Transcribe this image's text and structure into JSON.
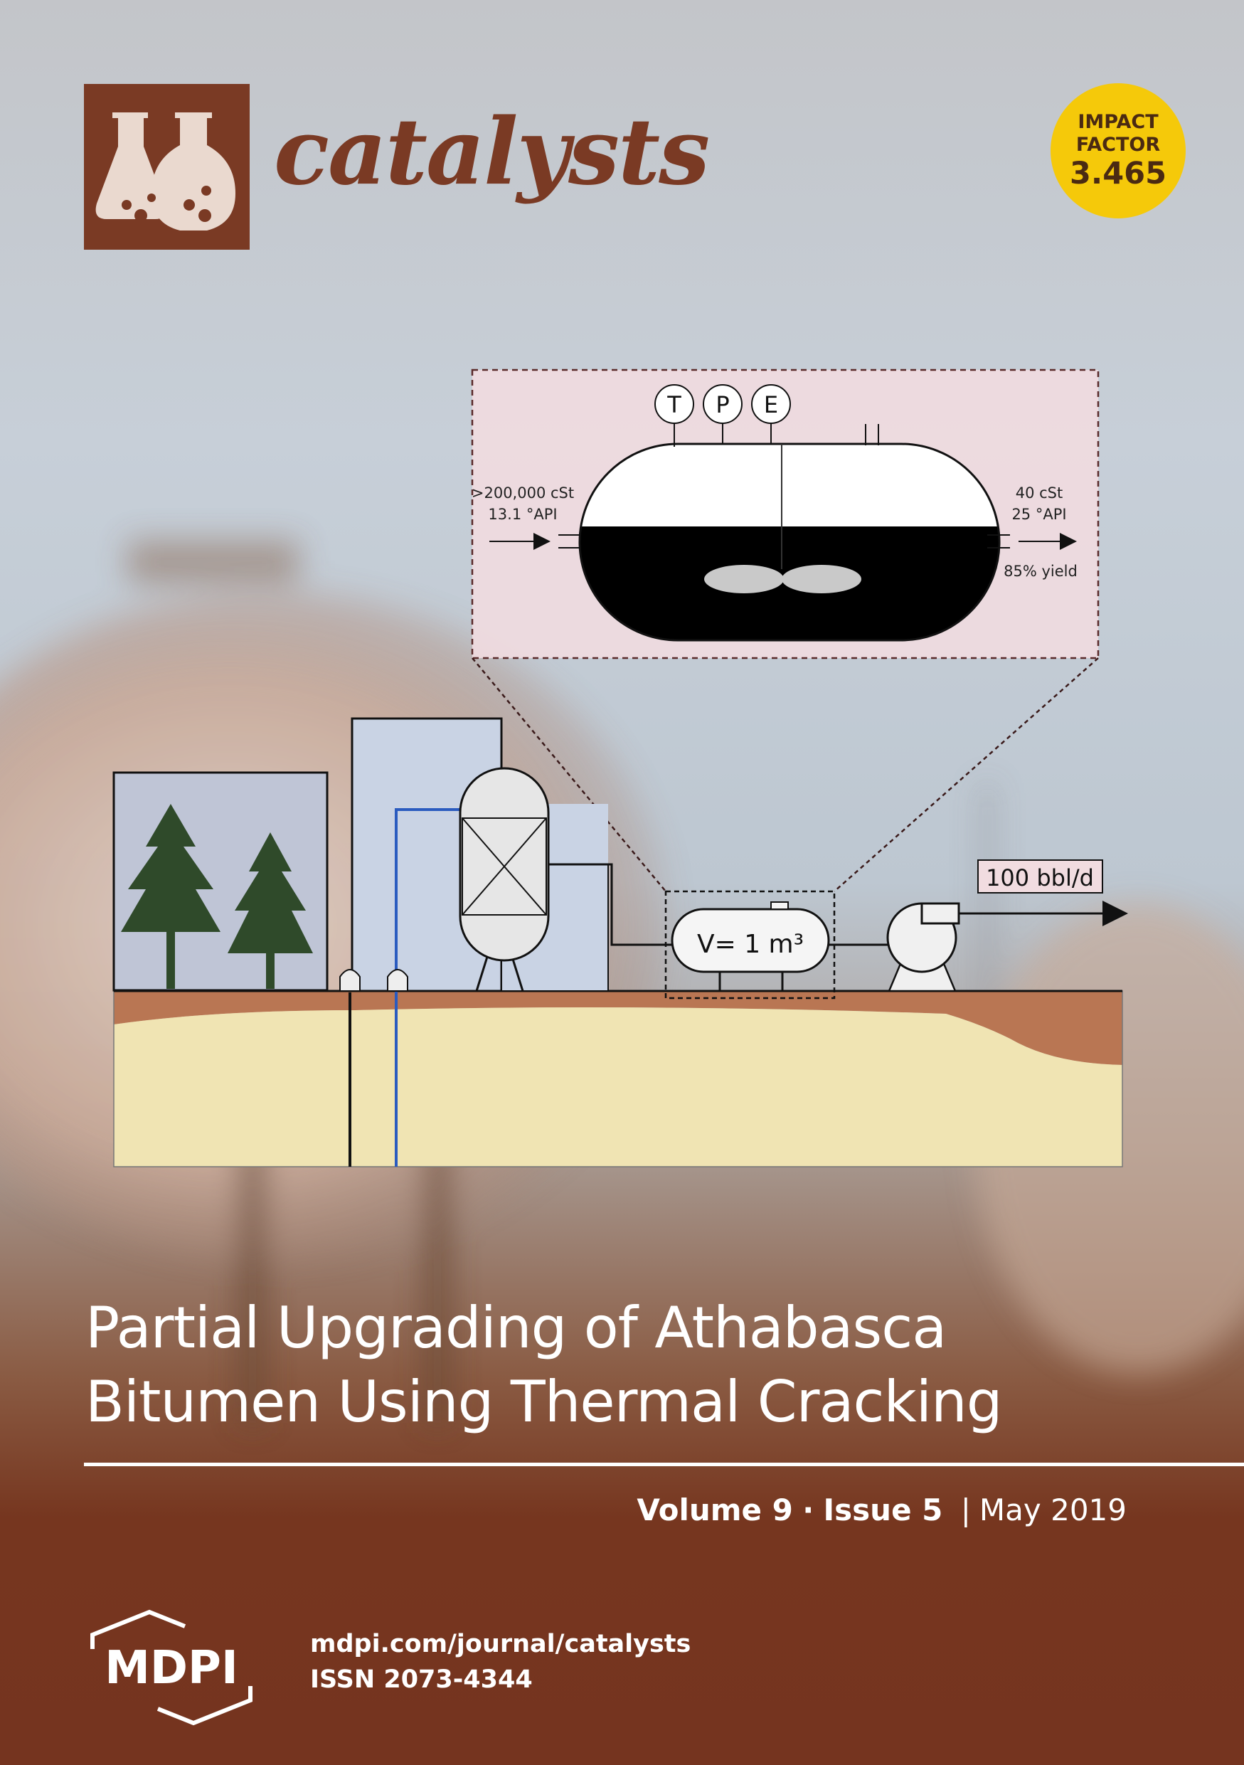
{
  "journal": {
    "name": "catalysts",
    "impact_line1": "IMPACT",
    "impact_line2": "FACTOR",
    "impact_value": "3.465"
  },
  "figure": {
    "gauge_t": "T",
    "gauge_p": "P",
    "gauge_e": "E",
    "inlet_viscosity": ">200,000 cSt",
    "inlet_api": "13.1 °API",
    "outlet_viscosity": "40 cSt",
    "outlet_api": "25 °API",
    "yield": "85% yield",
    "vessel_volume": "V= 1 m³",
    "flow_rate": "100 bbl/d"
  },
  "article": {
    "title_line1": "Partial Upgrading of Athabasca",
    "title_line2": "Bitumen Using Thermal Cracking"
  },
  "issue": {
    "volume": "Volume 9",
    "dot": "·",
    "issue": "Issue 5",
    "divider": "|",
    "date": "May 2019"
  },
  "footer": {
    "publisher": "MDPI",
    "url": "mdpi.com/journal/catalysts",
    "issn": "ISSN 2073-4344"
  },
  "colors": {
    "brand_brown": "#7a3a24",
    "impact_yellow": "#f5c90a",
    "footer_brown": "#75341f",
    "soil_top": "#b97653",
    "soil_bottom": "#f0e4b3",
    "tree_green": "#2f4a2a"
  }
}
